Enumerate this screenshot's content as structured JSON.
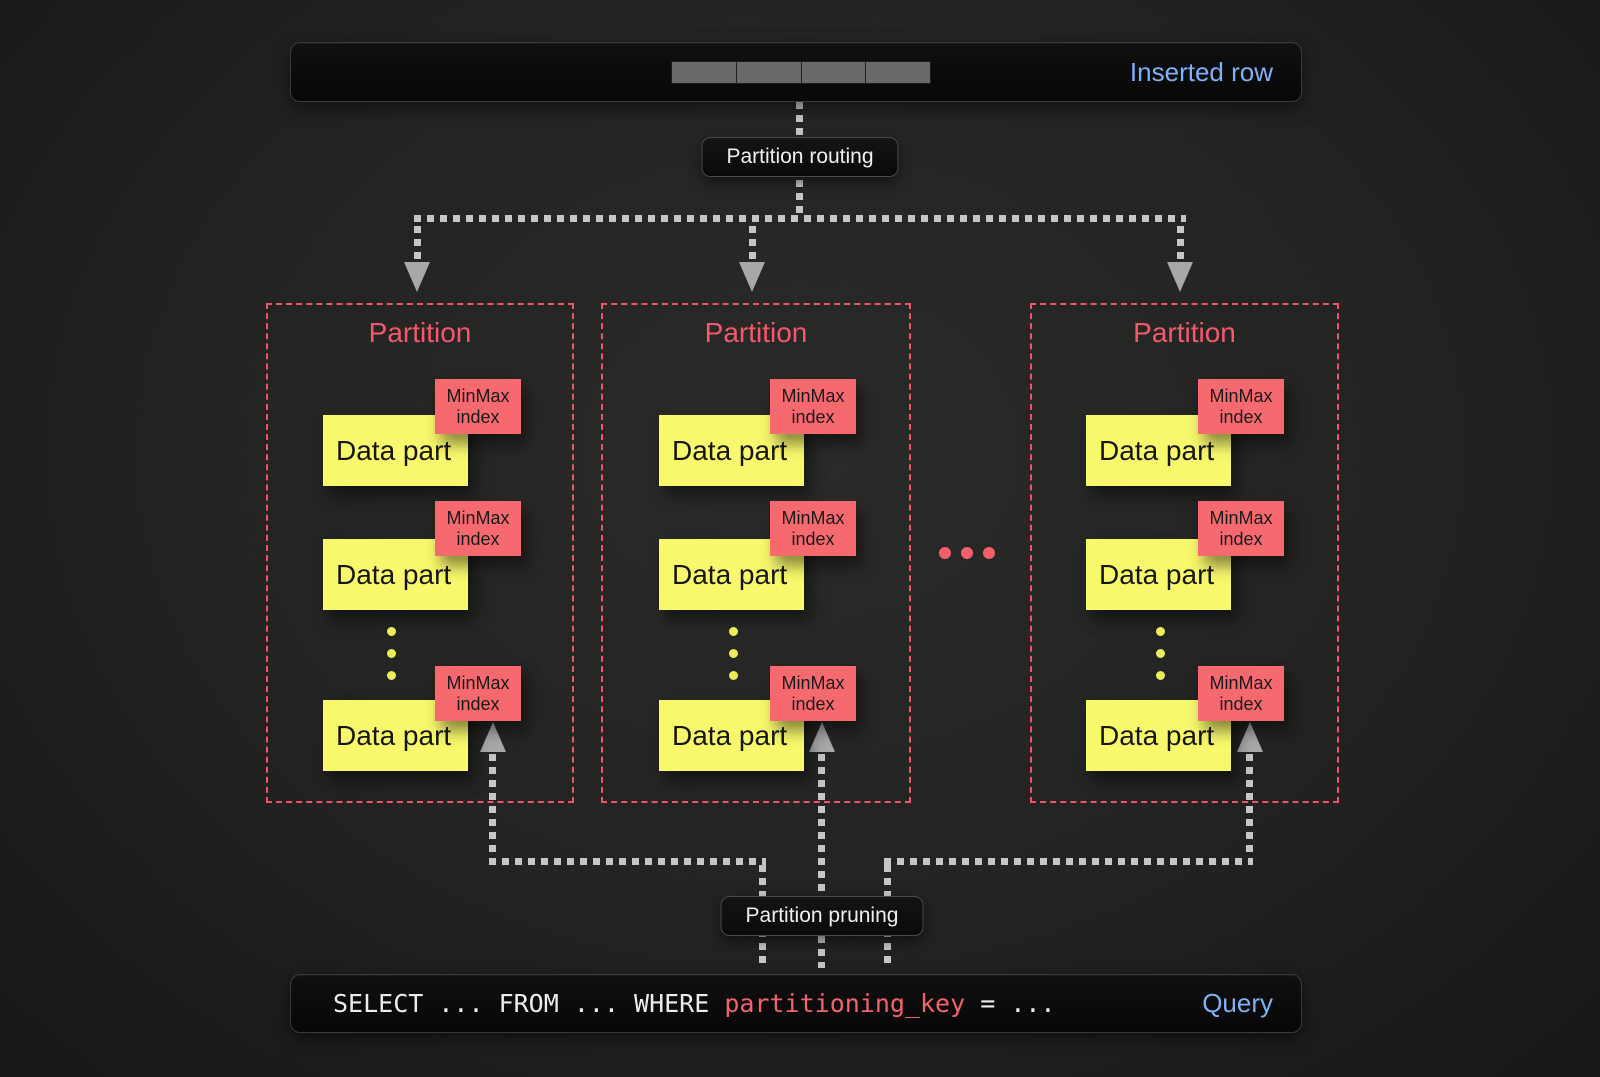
{
  "inserted_row_bar": {
    "label": "Inserted row",
    "segment_count": 4
  },
  "labels": {
    "routing": "Partition routing",
    "pruning": "Partition pruning",
    "data_part": "Data part",
    "minmax_line1": "MinMax",
    "minmax_line2": "index"
  },
  "partitions": [
    {
      "title": "Partition"
    },
    {
      "title": "Partition"
    },
    {
      "title": "Partition"
    }
  ],
  "query_bar": {
    "sql_before": "SELECT ... FROM ... WHERE ",
    "sql_keyword": "partitioning_key",
    "sql_after": " = ...",
    "label": "Query"
  },
  "colors": {
    "background": "#232321",
    "bar_background": "#0a0a0a",
    "accent_blue": "#7fb1f4",
    "partition_red": "#ef5468",
    "minmax_red": "#f5696f",
    "data_part_yellow": "#f8f86d",
    "sql_keyword_red": "#f0646e",
    "connector_gray": "#c6c6c6"
  }
}
